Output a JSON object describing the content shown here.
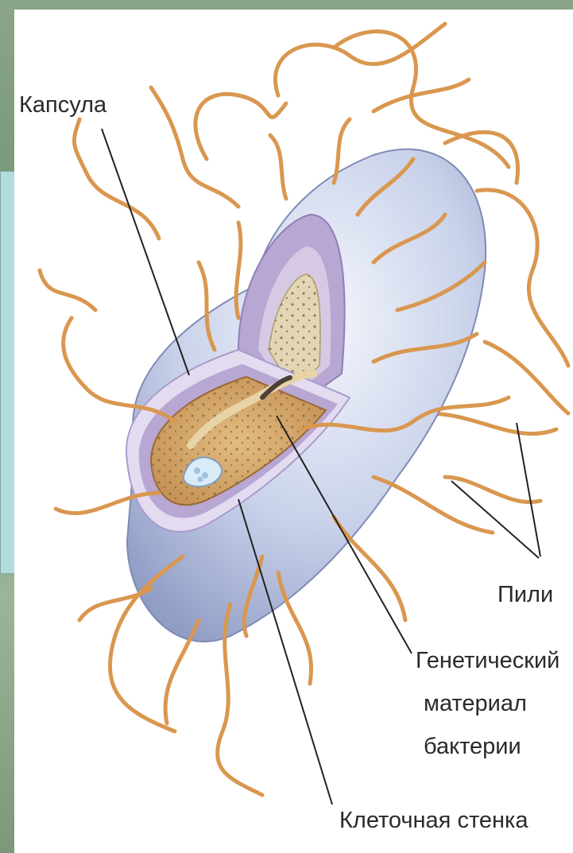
{
  "diagram": {
    "labels": {
      "capsule": "Капсула",
      "pili": "Пили",
      "genetic_line1": "Генетический",
      "genetic_line2": "материал",
      "genetic_line3": "бактерии",
      "cell_wall": "Клеточная стенка"
    },
    "colors": {
      "pili": "#d9974f",
      "cell_body": "#c8d3ea",
      "cytoplasm": "#cf9f63",
      "membrane": "#b8a6d3",
      "nucleoid": "#e2d6b4",
      "leader_line": "#222222"
    }
  }
}
